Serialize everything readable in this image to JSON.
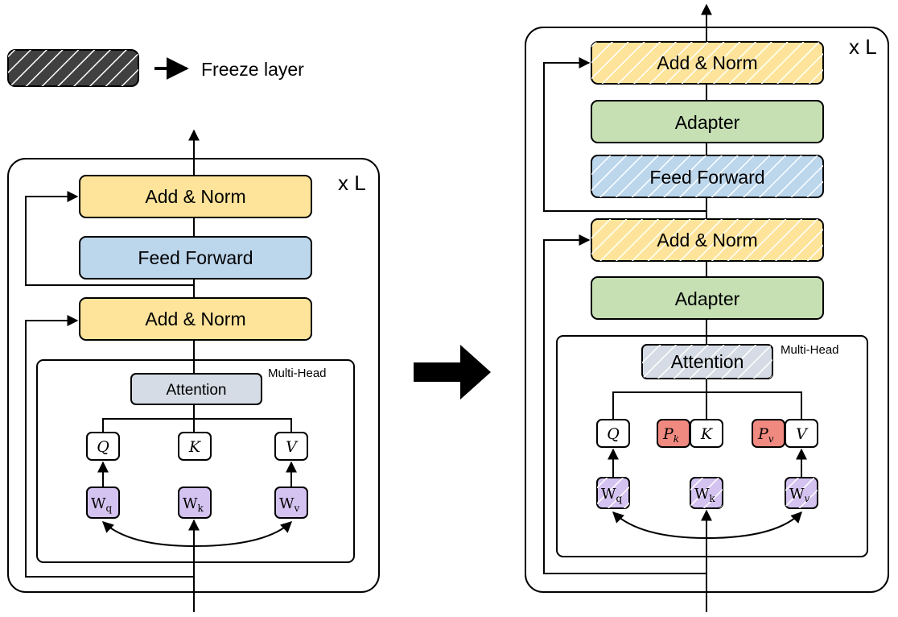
{
  "legend": {
    "label": "Freeze layer"
  },
  "repeat_label": "x L",
  "multi_head_label": "Multi-Head",
  "left": {
    "add_norm_top": "Add & Norm",
    "feed_forward": "Feed Forward",
    "add_norm_bottom": "Add & Norm",
    "attention": "Attention",
    "q": "Q",
    "k": "K",
    "v": "V",
    "w_base": "W",
    "wq_sub": "q",
    "wk_sub": "k",
    "wv_sub": "v"
  },
  "right": {
    "add_norm_top": "Add & Norm",
    "adapter_top": "Adapter",
    "feed_forward": "Feed Forward",
    "add_norm_bottom": "Add & Norm",
    "adapter_bottom": "Adapter",
    "attention": "Attention",
    "q": "Q",
    "k": "K",
    "v": "V",
    "pk_base": "P",
    "pk_sub": "k",
    "pv_base": "P",
    "pv_sub": "v",
    "w_base": "W",
    "wq_sub": "q",
    "wk_sub": "k",
    "wv_sub": "v"
  },
  "colors": {
    "add_norm": "#fde49a",
    "feed_forward": "#bcd6ec",
    "attention": "#d6dce5",
    "adapter": "#c6e0b4",
    "w_matrix": "#d4c3f0",
    "prefix": "#f08a80",
    "freeze_legend": "#404040"
  }
}
